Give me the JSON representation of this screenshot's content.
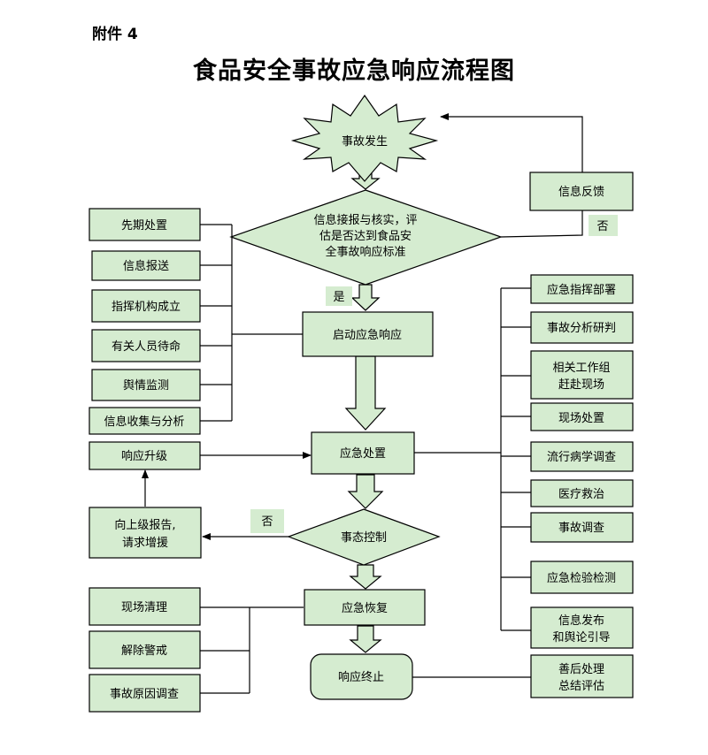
{
  "annex_label": "附件 4",
  "title": "食品安全事故应急响应流程图",
  "center": {
    "occur": "事故发生",
    "verify": [
      "信息接报与核实，评",
      "估是否达到食品安",
      "全事故响应标准"
    ],
    "start": "启动应急响应",
    "handle": "应急处置",
    "control": "事态控制",
    "recover": "应急恢复",
    "end": "响应终止"
  },
  "labels": {
    "yes": "是",
    "no1": "否",
    "no2": "否"
  },
  "feedback": "信息反馈",
  "left_top": [
    "先期处置",
    "信息报送",
    "指挥机构成立",
    "有关人员待命",
    "舆情监测",
    "信息收集与分析"
  ],
  "upgrade": "响应升级",
  "report": [
    "向上级报告,",
    "请求增援"
  ],
  "left_bottom": [
    "现场清理",
    "解除警戒",
    "事故原因调查"
  ],
  "right": [
    [
      "应急指挥部署"
    ],
    [
      "事故分析研判"
    ],
    [
      "相关工作组",
      "赶赴现场"
    ],
    [
      "现场处置"
    ],
    [
      "流行病学调查"
    ],
    [
      "医疗救治"
    ],
    [
      "事故调查"
    ],
    [
      "应急检验检测"
    ],
    [
      "信息发布",
      "和舆论引导"
    ]
  ],
  "aftermath": [
    "善后处理",
    "总结评估"
  ],
  "colors": {
    "node_fill": "#d5ecd0",
    "stroke": "#000000"
  }
}
